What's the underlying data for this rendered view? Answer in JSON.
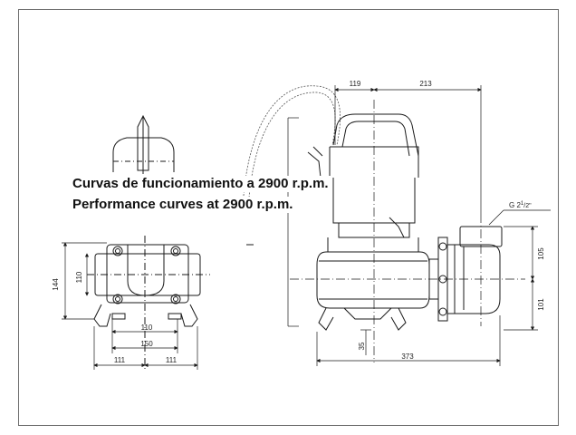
{
  "headings": {
    "spanish": "Curvas de funcionamiento a 2900 r.p.m.",
    "english": "Performance curves at 2900 r.p.m."
  },
  "dimensions": {
    "top_119": "119",
    "top_213": "213",
    "side_144": "144",
    "side_110": "110",
    "bottom_110": "110",
    "bottom_150": "150",
    "bottom_111_left": "111",
    "bottom_111_right": "111",
    "right_105": "105",
    "right_101": "101",
    "bottom_35": "35",
    "bottom_373": "373",
    "thread_label": "G 2",
    "thread_sup": "1",
    "thread_sub": "/2\""
  },
  "colors": {
    "line": "#1a1a1a",
    "hidden": "#555555",
    "frame": "#6e6e6e"
  }
}
